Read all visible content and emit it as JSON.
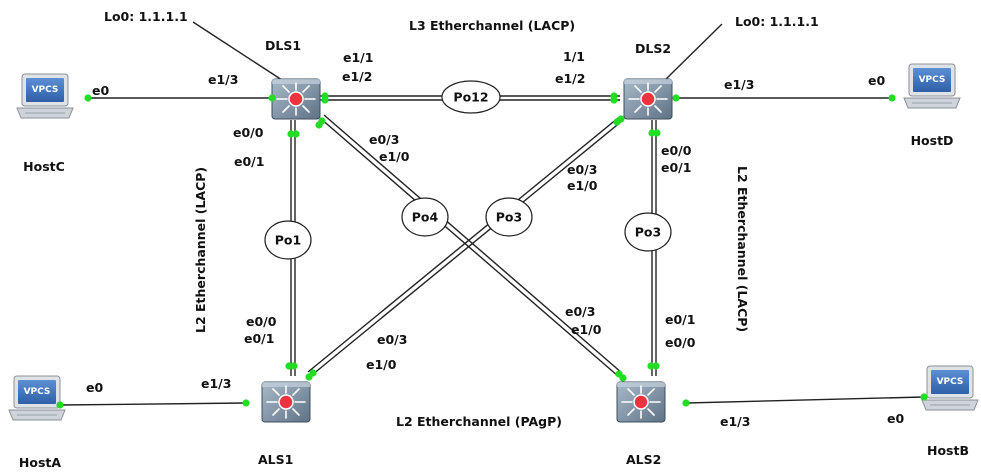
{
  "loopbacks": {
    "dls1": "Lo0: 1.1.1.1",
    "dls2": "Lo0: 1.1.1.1"
  },
  "channel_titles": {
    "l3": "L3 Etherchannel (LACP)",
    "l2_left": "L2 Etherchannel (LACP)",
    "l2_right": "L2 Etherchannel (LACP)",
    "l2_bottom": "L2 Etherchannel (PAgP)"
  },
  "switches": {
    "dls1": "DLS1",
    "dls2": "DLS2",
    "als1": "ALS1",
    "als2": "ALS2"
  },
  "hosts": {
    "hostA": "HostA",
    "hostB": "HostB",
    "hostC": "HostC",
    "hostD": "HostD"
  },
  "vpcs_badge": "VPCS",
  "portchannels": {
    "po12": "Po12",
    "po1": "Po1",
    "po4": "Po4",
    "po3_mid": "Po3",
    "po3_right": "Po3"
  },
  "ports": {
    "dls1_e1_1": "e1/1",
    "dls1_e1_2": "e1/2",
    "dls2_1_1": "1/1",
    "dls2_e1_2": "e1/2",
    "dls1_e1_3": "e1/3",
    "hostC_e0": "e0",
    "dls2_e1_3": "e1/3",
    "hostD_e0": "e0",
    "dls1_e0_0": "e0/0",
    "dls1_e0_1": "e0/1",
    "dls1_e0_3": "e0/3",
    "dls1_e1_0": "e1/0",
    "dls2_e0_3": "e0/3",
    "dls2_e1_0": "e1/0",
    "dls2_e0_0": "e0/0",
    "dls2_e0_1": "e0/1",
    "als1_e0_0": "e0/0",
    "als1_e0_1": "e0/1",
    "als1_e0_3": "e0/3",
    "als1_e1_0": "e1/0",
    "als1_e1_3": "e1/3",
    "hostA_e0": "e0",
    "als2_e0_3": "e0/3",
    "als2_e1_0": "e1/0",
    "als2_e0_1": "e0/1",
    "als2_e0_0": "e0/0",
    "als2_e1_3": "e1/3",
    "hostB_e0": "e0"
  }
}
